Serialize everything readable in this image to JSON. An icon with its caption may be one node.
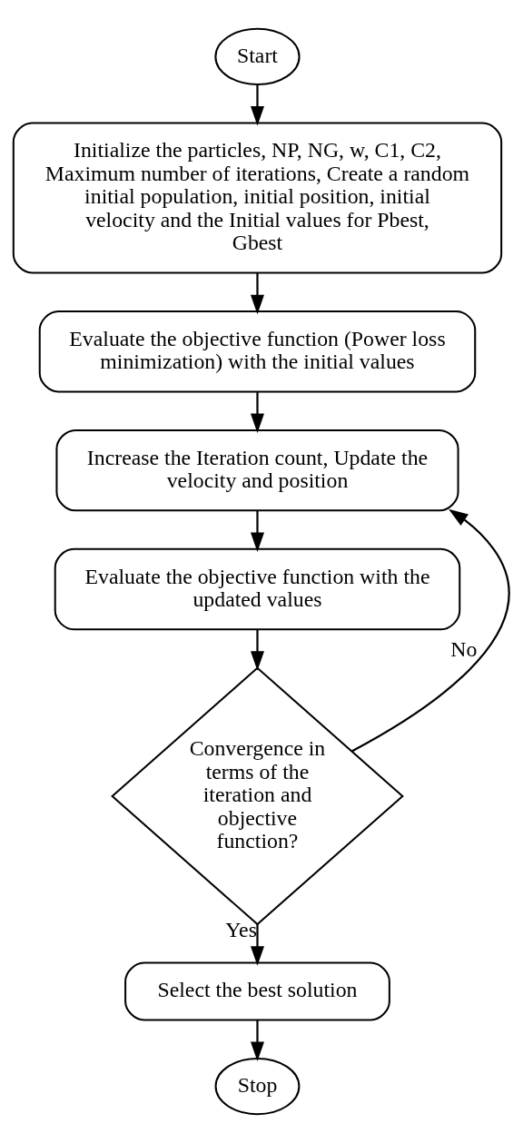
{
  "diagram": {
    "nodes": [
      {
        "text": [
          "Start"
        ]
      },
      {
        "text": [
          "Initialize the particles, NP, NG, w, C1, C2, Maximum number of iterations, Create a random initial population, initial position, initial velocity and the Initial values for Pbest, Gbest"
        ]
      },
      {
        "text": [
          "Evaluate the objective function (Power loss minimization) with the initial values"
        ]
      },
      {
        "text": [
          "Increase the Iteration count, Update the velocity and position"
        ]
      },
      {
        "text": [
          "Evaluate the objective function with the updated values"
        ]
      },
      {
        "text": [
          "Convergence in terms of the iteration and objective function?"
        ]
      },
      {
        "text": [
          "Select the best solution"
        ]
      },
      {
        "text": [
          "Stop"
        ]
      }
    ],
    "edges": [
      {
        "from": 0,
        "to": 1,
        "arrow": "to"
      },
      {
        "from": 1,
        "to": 2,
        "arrow": "to"
      },
      {
        "from": 2,
        "to": 3,
        "arrow": "to"
      },
      {
        "from": 3,
        "to": 4,
        "arrow": "to"
      },
      {
        "from": 4,
        "to": 5,
        "arrow": "to"
      },
      {
        "from": 5,
        "to": 3,
        "arrow": "to",
        "label": "No"
      },
      {
        "from": 5,
        "to": 6,
        "arrow": "to",
        "label": "Yes"
      },
      {
        "from": 6,
        "to": 7,
        "arrow": "to"
      }
    ]
  }
}
